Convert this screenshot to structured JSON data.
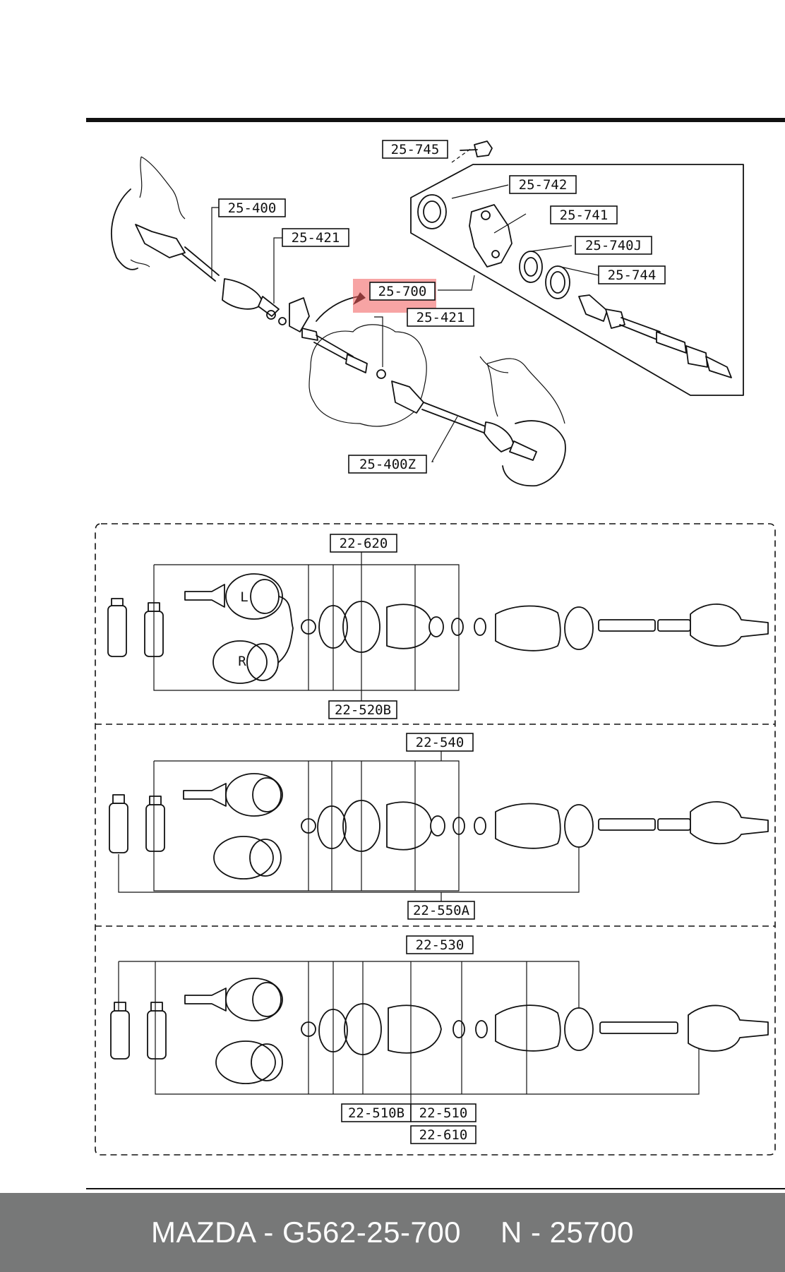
{
  "labels": {
    "l_25_745": "25-745",
    "l_25_742": "25-742",
    "l_25_741": "25-741",
    "l_25_740J": "25-740J",
    "l_25_744": "25-744",
    "l_25_400": "25-400",
    "l_25_421a": "25-421",
    "l_25_700": "25-700",
    "l_25_421b": "25-421",
    "l_25_400Z": "25-400Z",
    "l_22_620": "22-620",
    "l_22_520B": "22-520B",
    "l_22_540": "22-540",
    "l_22_550A": "22-550A",
    "l_22_530": "22-530",
    "l_22_510B": "22-510B",
    "l_22_510": "22-510",
    "l_22_610": "22-610",
    "letter_L": "L",
    "letter_R": "R"
  },
  "highlight": {
    "part": "25-700",
    "color": "#f05a5a"
  },
  "footer": {
    "brand_part": "MAZDA - G562-25-700",
    "alt_part": "N - 25700",
    "background": "#777878"
  }
}
